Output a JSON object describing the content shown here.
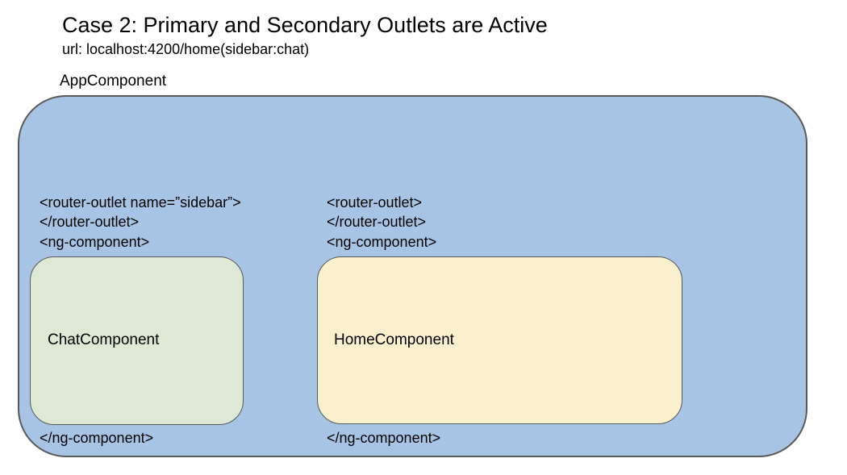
{
  "title": "Case 2: Primary and Secondary Outlets are Active",
  "url": "url:  localhost:4200/home(sidebar:chat)",
  "app": {
    "label": "AppComponent",
    "fill": "#a7c4e4"
  },
  "sidebar_outlet": {
    "open_tag": "<router-outlet name=”sidebar”>",
    "close_tag": "</router-outlet>",
    "ng_open": "<ng-component>",
    "ng_close": "</ng-component>",
    "component": {
      "label": "ChatComponent",
      "fill": "#dde8d5"
    }
  },
  "primary_outlet": {
    "open_tag": "<router-outlet>",
    "close_tag": "</router-outlet>",
    "ng_open": "<ng-component>",
    "ng_close": "</ng-component>",
    "component": {
      "label": "HomeComponent",
      "fill": "#fbf0ce"
    }
  }
}
